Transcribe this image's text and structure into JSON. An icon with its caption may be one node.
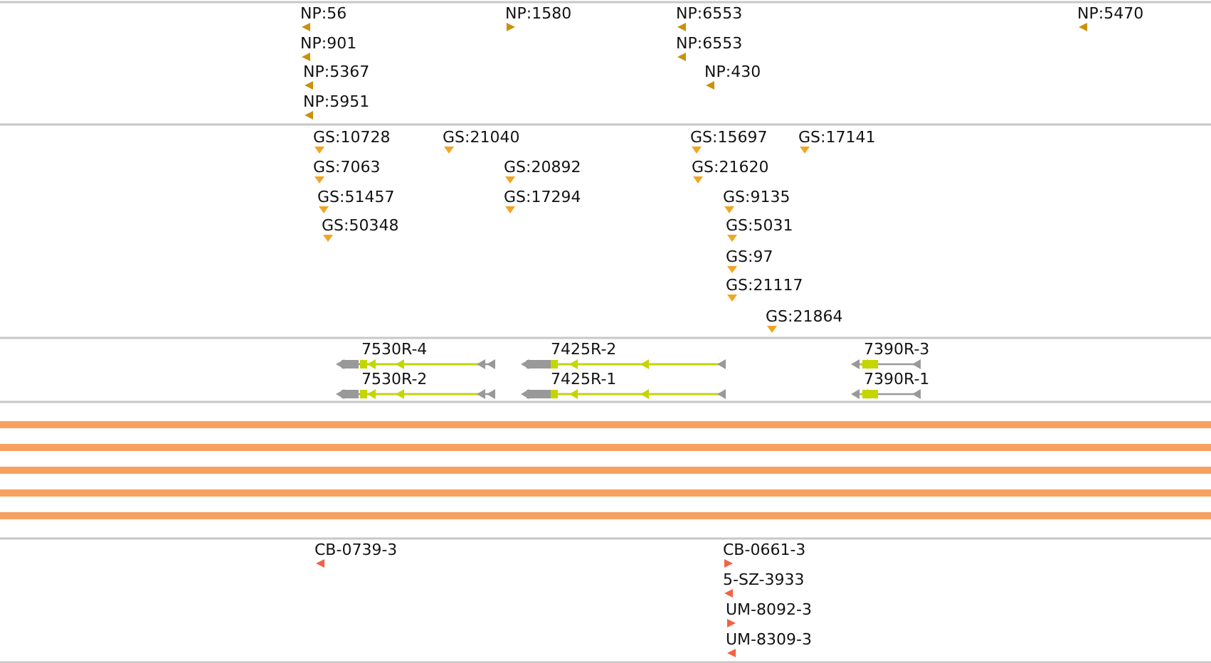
{
  "diagram": {
    "labels": [
      "NP:56",
      "NP:1580",
      "NP:6553",
      "NP:5470",
      "NP:901",
      "NP:6553",
      "NP:5367",
      "NP:430",
      "NP:5951",
      "GS:10728",
      "GS:21040",
      "GS:15697",
      "GS:17141",
      "GS:7063",
      "GS:20892",
      "GS:21620",
      "GS:51457",
      "GS:17294",
      "GS:9135",
      "GS:50348",
      "GS:5031",
      "GS:97",
      "GS:21117",
      "GS:21864",
      "7530R-4",
      "7425R-2",
      "7390R-3",
      "7530R-2",
      "7425R-1",
      "7390R-1",
      "CB-0739-3",
      "CB-0661-3",
      "5-SZ-3933",
      "UM-8092-3",
      "UM-8309-3"
    ]
  }
}
